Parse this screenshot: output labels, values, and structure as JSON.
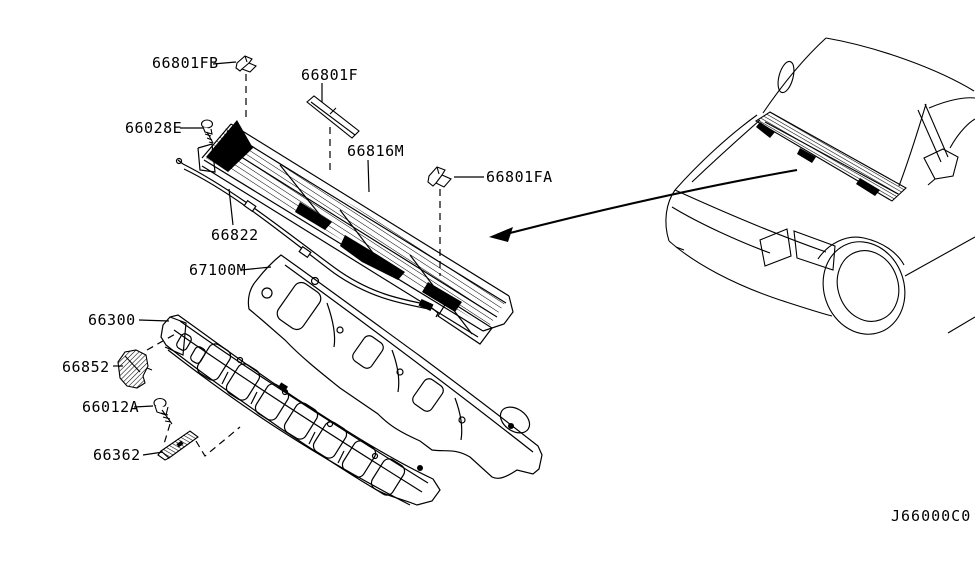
{
  "page": {
    "type": "parts-catalog-diagram",
    "colors": {
      "ink": "#000000",
      "paper": "#ffffff"
    }
  },
  "diagram_code": "J66000C0",
  "part_labels": [
    {
      "part_no": "66801FB"
    },
    {
      "part_no": "66801F"
    },
    {
      "part_no": "66028E"
    },
    {
      "part_no": "66816M"
    },
    {
      "part_no": "66801FA"
    },
    {
      "part_no": "66822"
    },
    {
      "part_no": "67100M"
    },
    {
      "part_no": "66300"
    },
    {
      "part_no": "66852"
    },
    {
      "part_no": "66012A"
    },
    {
      "part_no": "66362"
    }
  ]
}
